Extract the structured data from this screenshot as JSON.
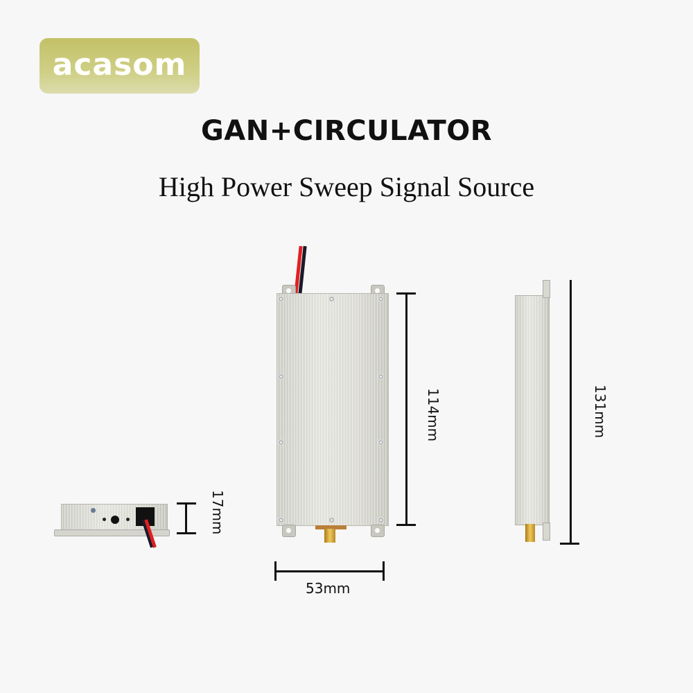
{
  "brand": {
    "logo_text": "acasom",
    "logo_color": "#c8c875"
  },
  "header": {
    "title": "GAN+CIRCULATOR",
    "subtitle": "High Power Sweep Signal Source"
  },
  "dimensions": {
    "thickness": "17mm",
    "height_body": "114mm",
    "width": "53mm",
    "height_total": "131mm"
  },
  "views": {
    "side_view": "end view with power cable",
    "front_view": "top view with SMA connector",
    "profile_view": "side profile"
  },
  "colors": {
    "background": "#f7f7f7",
    "metal": "#dcdcd5",
    "connector": "#d4a62a",
    "cable_red": "#e02020",
    "cable_black": "#1a1a2a"
  }
}
